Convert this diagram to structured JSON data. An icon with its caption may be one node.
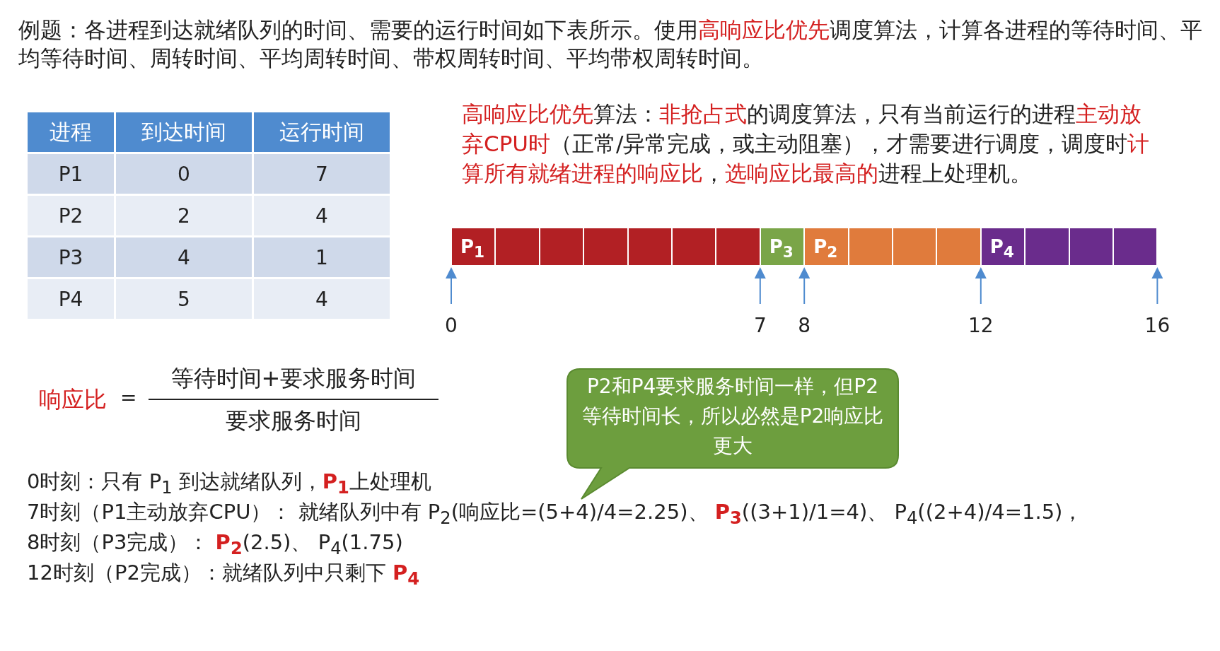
{
  "diagram": {
    "title": "例题：各进程到达就绪队列的时间、需要的运行时间如下表所示。使用**高响应比优先**调度算法，计算各进程的等待时间、平均等待时间、周转时间、平均周转时间、带权周转时间、平均带权周转时间。",
    "nodes": [
      {
        "text": [
          "P$_{1}$"
        ]
      },
      {
        "text": [],
        "shape": "box"
      },
      {
        "text": [],
        "shape": "box"
      },
      {
        "text": [],
        "shape": "box"
      },
      {
        "text": [],
        "shape": "box"
      },
      {
        "text": [],
        "shape": "box"
      },
      {
        "text": [],
        "shape": "box"
      },
      {
        "text": [
          "P$_{3}$"
        ]
      },
      {
        "text": [
          "P$_{2}$"
        ]
      },
      {
        "text": [],
        "shape": "box"
      },
      {
        "text": [],
        "shape": "box"
      },
      {
        "text": [],
        "shape": "box"
      },
      {
        "text": [
          "P$_{4}$"
        ]
      },
      {
        "text": [],
        "shape": "box"
      },
      {
        "text": [],
        "shape": "box"
      },
      {
        "text": [],
        "shape": "box"
      },
      {
        "text": [
          "P2和P4要求服务时间一样，但P2等待时间长，所以必然是P2响应比更大"
        ]
      }
    ],
    "edges": [],
    "labels": [
      "进程",
      "到达时间",
      "运行时间",
      "P1",
      "0",
      "7",
      "P2",
      "2",
      "4",
      "P3",
      "4",
      "1",
      "P4",
      "5",
      "4",
      "**高响应比优先**算法：**非抢占式**的调度算法，只有当前运行的进程**主动放弃CPU时**（正常/异常完成，或主动阻塞），才需要进行调度，调度时**计算所有就绪进程的响应比**，**选响应比最高的**进程上处理机。",
      "0",
      "7",
      "8",
      "12",
      "16",
      "响应比",
      "=",
      "等待时间+要求服务时间",
      "要求服务时间",
      "0时刻：只有 P$_{1}$ 到达就绪队列，**P$_{1}$**上处理机",
      "7时刻（P1主动放弃CPU）： 就绪队列中有 P$_{2}$(响应比=(5+4)/4=2.25)、 **P$_{3}$**((3+1)/1=4)、 P$_{4}$((2+4)/4=1.5)，",
      "8时刻（P3完成）： **P$_{2}$**(2.5)、 P$_{4}$(1.75)",
      "12时刻（P2完成）：就绪队列中只剩下 **P$_{4}$**"
    ]
  }
}
